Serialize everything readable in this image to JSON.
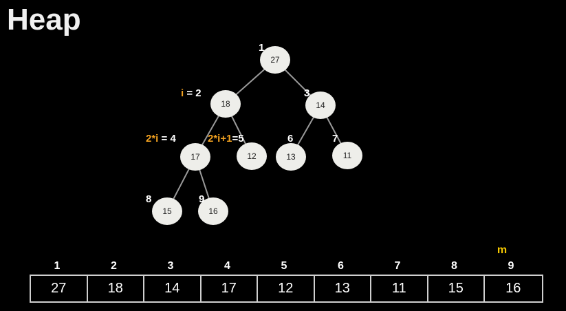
{
  "title": "Heap",
  "colors": {
    "background": "#000000",
    "node_fill": "#eeeeea",
    "edge": "#9a9a9a",
    "highlight": "#f0a020",
    "marker": "#f5c800"
  },
  "tree": {
    "nodes": [
      {
        "index": "1",
        "value": "27"
      },
      {
        "index": "2",
        "value": "18"
      },
      {
        "index": "3",
        "value": "14"
      },
      {
        "index": "4",
        "value": "17"
      },
      {
        "index": "5",
        "value": "12"
      },
      {
        "index": "6",
        "value": "13"
      },
      {
        "index": "7",
        "value": "11"
      },
      {
        "index": "8",
        "value": "15"
      },
      {
        "index": "9",
        "value": "16"
      }
    ],
    "edges": [
      [
        "1",
        "2"
      ],
      [
        "1",
        "3"
      ],
      [
        "2",
        "4"
      ],
      [
        "2",
        "5"
      ],
      [
        "3",
        "6"
      ],
      [
        "3",
        "7"
      ],
      [
        "4",
        "8"
      ],
      [
        "4",
        "9"
      ]
    ],
    "annotations": {
      "node2": {
        "orange": "i",
        "white": " = 2"
      },
      "node4": {
        "orange": "2*i",
        "white": " = 4"
      },
      "node5": {
        "orange": "2*i+1",
        "white": "=5"
      }
    }
  },
  "array": {
    "indices": [
      "1",
      "2",
      "3",
      "4",
      "5",
      "6",
      "7",
      "8",
      "9"
    ],
    "values": [
      "27",
      "18",
      "14",
      "17",
      "12",
      "13",
      "11",
      "15",
      "16"
    ],
    "marker_label": "m"
  }
}
